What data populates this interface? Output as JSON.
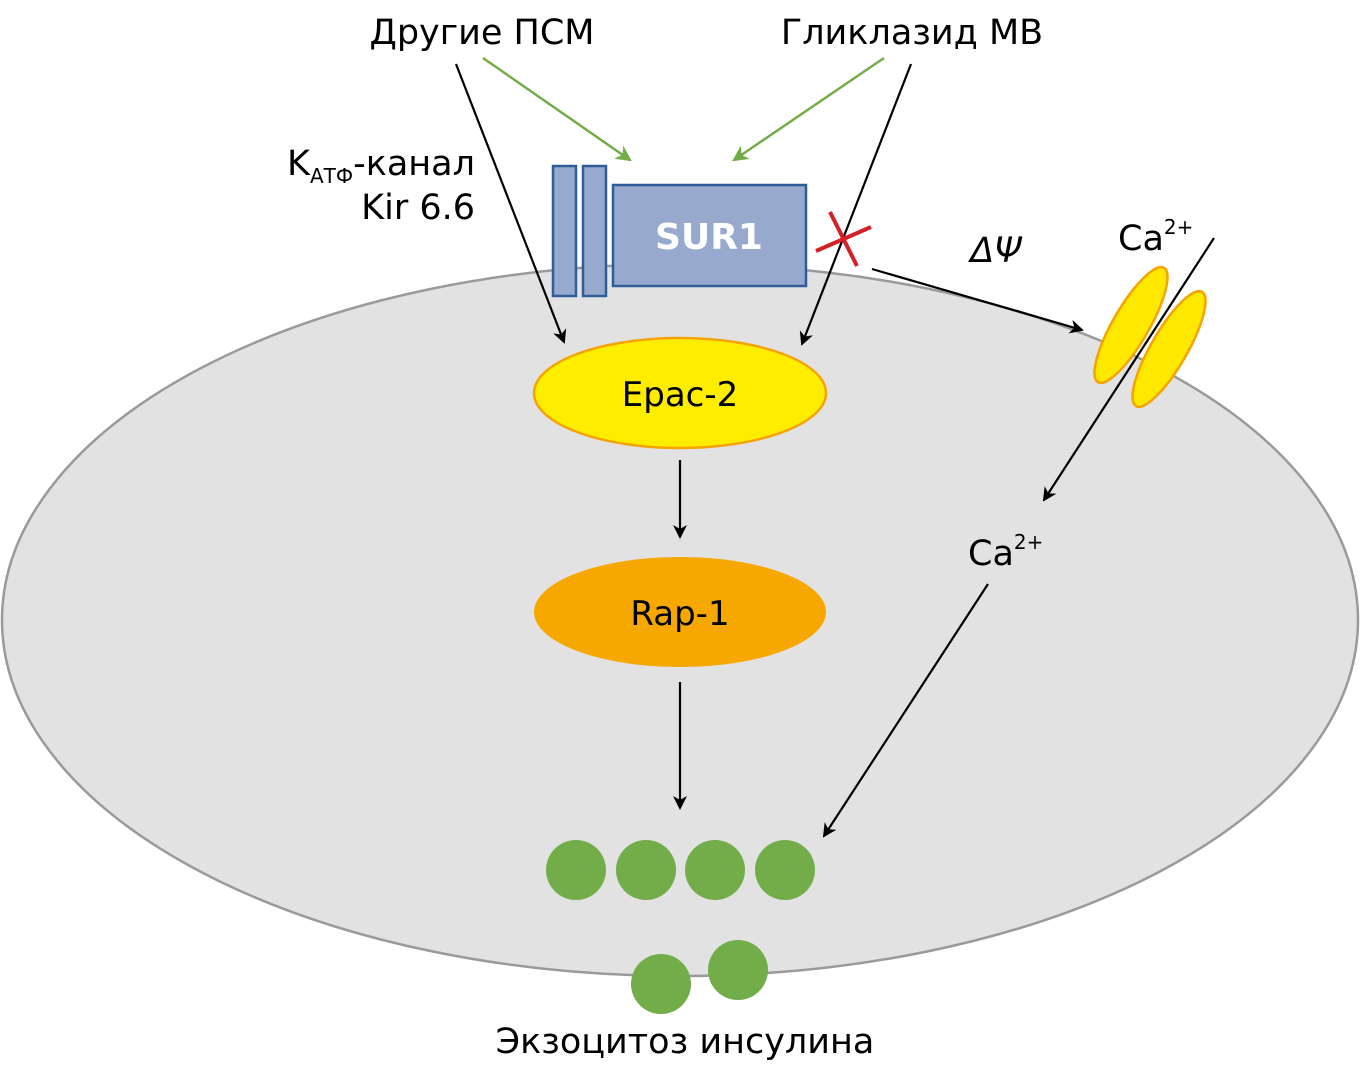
{
  "labels": {
    "other_psm": "Другие ПСМ",
    "gliclazide": "Гликлазид MB",
    "katp_main": "K",
    "katp_sub": "АТФ",
    "katp_suffix": "-канал",
    "kir": "Kir 6.6",
    "sur1": "SUR1",
    "delta_psi": "ΔΨ",
    "ca_outside": "Ca",
    "ca_outside_sup": "2+",
    "ca_inside": "Ca",
    "ca_inside_sup": "2+",
    "epac2": "Epac-2",
    "rap1": "Rap-1",
    "exocytosis": "Экзоцитоз инсулина"
  },
  "colors": {
    "cell_fill": "#e2e2e2",
    "cell_stroke": "#9a9a9a",
    "receptor_fill": "#97a9cc",
    "receptor_stroke": "#2e5d9a",
    "epac_fill": "#ffed00",
    "epac_stroke": "#f5a300",
    "rap_fill": "#f6a800",
    "channel_fill": "#ffe800",
    "channel_stroke": "#f5a300",
    "vesicle_fill": "#72ad4a",
    "green_arrow": "#72ad4a",
    "block_mark": "#d42027",
    "arrow": "#000000"
  },
  "relations": [
    {
      "from": "Другие ПСМ",
      "to": "SUR1",
      "type": "binds"
    },
    {
      "from": "Гликлазид MB",
      "to": "SUR1",
      "type": "binds"
    },
    {
      "from": "Другие ПСМ",
      "to": "Epac-2",
      "type": "activates"
    },
    {
      "from": "Гликлазид MB",
      "to": "Epac-2",
      "type": "activates"
    },
    {
      "from": "Гликлазид MB",
      "to": "Epac-2",
      "type": "blocked",
      "mark": "X"
    },
    {
      "from": "SUR1",
      "to": "Ca2+ channel",
      "type": "ΔΨ"
    },
    {
      "from": "Epac-2",
      "to": "Rap-1",
      "type": "activates"
    },
    {
      "from": "Rap-1",
      "to": "insulin vesicles",
      "type": "activates"
    },
    {
      "from": "Ca2+ channel",
      "to": "Ca2+ intracellular",
      "type": "influx"
    },
    {
      "from": "Ca2+ intracellular",
      "to": "insulin vesicles",
      "type": "activates"
    }
  ],
  "vesicles": {
    "inner_count": 4,
    "exocytosed_count": 2
  }
}
